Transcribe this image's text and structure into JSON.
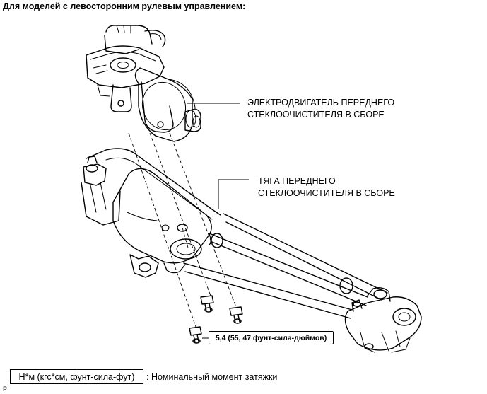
{
  "heading": "Для моделей с левосторонним рулевым управлением:",
  "callouts": {
    "motor_line1": "ЭЛЕКТРОДВИГАТЕЛЬ ПЕРЕДНЕГО",
    "motor_line2": "СТЕКЛООЧИСТИТЕЛЯ В СБОРЕ",
    "link_line1": "ТЯГА ПЕРЕДНЕГО",
    "link_line2": "СТЕКЛООЧИСТИТЕЛЯ В СБОРЕ"
  },
  "torque": "5,4 (55, 47 фунт-сила-дюймов)",
  "legend": {
    "unit_box": "Н*м (кгс*см, фунт-сила-фут)",
    "description": ": Номинальный момент затяжки"
  },
  "corner_mark": "P"
}
